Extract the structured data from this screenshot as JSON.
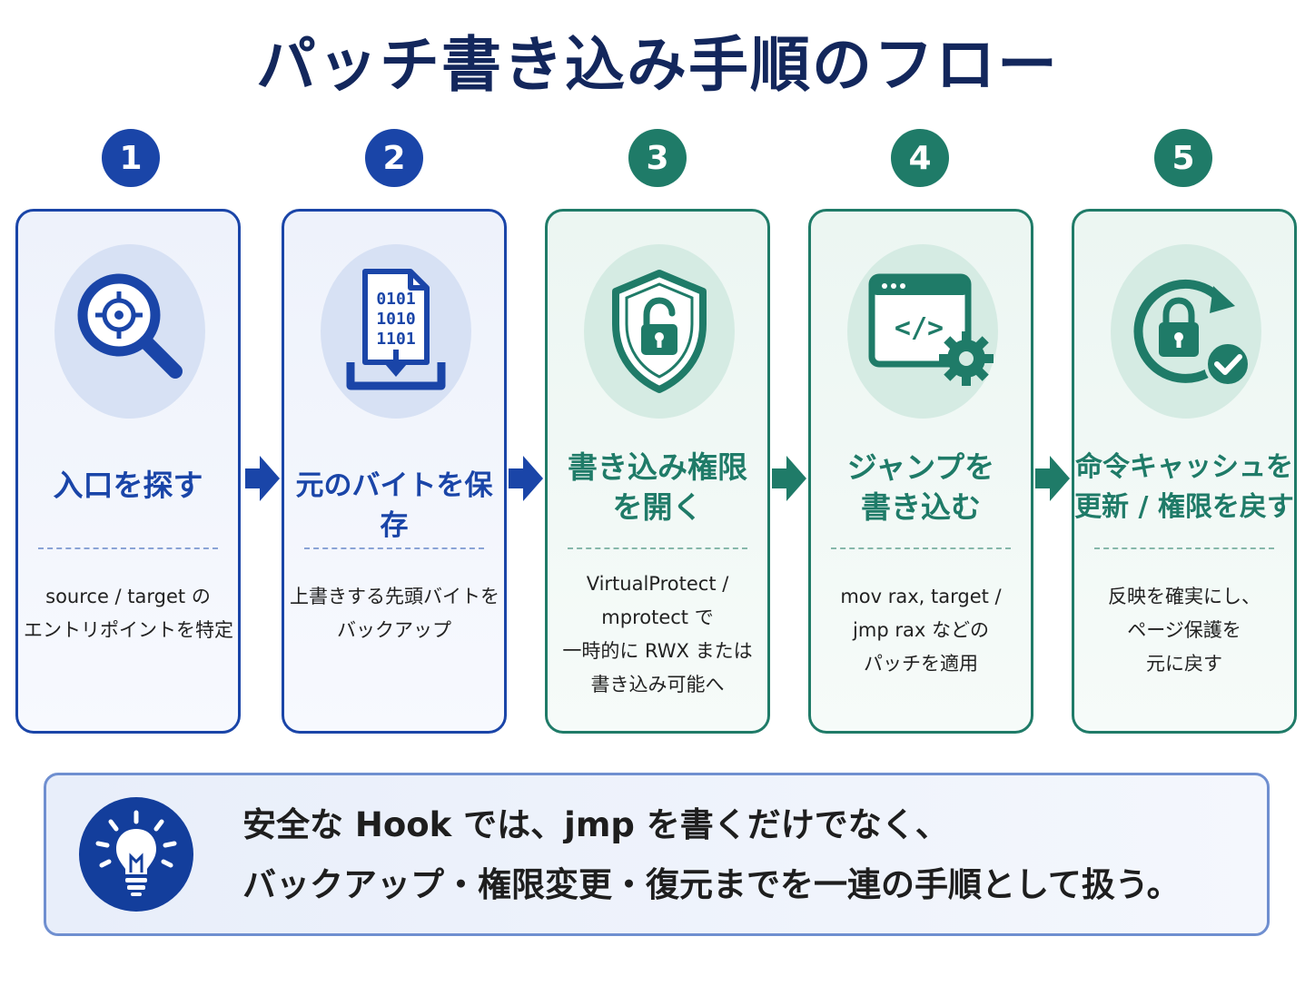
{
  "title": "パッチ書き込み手順のフロー",
  "colors": {
    "blue": "#1a45a8",
    "teal": "#1f7b68",
    "navy": "#13275c"
  },
  "steps": [
    {
      "num": "1",
      "theme": "blue",
      "icon": "search-target-icon",
      "title": [
        "入口を探す"
      ],
      "desc": [
        "source / target の",
        "エントリポイントを特定"
      ]
    },
    {
      "num": "2",
      "theme": "blue",
      "icon": "binary-file-download-icon",
      "title": [
        "元のバイトを保存"
      ],
      "desc": [
        "上書きする先頭バイトを",
        "バックアップ"
      ],
      "binary": [
        "0101",
        "1010",
        "1101"
      ]
    },
    {
      "num": "3",
      "theme": "teal",
      "icon": "shield-unlock-icon",
      "title": [
        "書き込み権限",
        "を開く"
      ],
      "desc": [
        "VirtualProtect /",
        "mprotect で",
        "一時的に RWX または",
        "書き込み可能へ"
      ]
    },
    {
      "num": "4",
      "theme": "teal",
      "icon": "code-window-gear-icon",
      "title": [
        "ジャンプを",
        "書き込む"
      ],
      "desc": [
        "mov rax, target /",
        "jmp rax などの",
        "パッチを適用"
      ],
      "code": "</>"
    },
    {
      "num": "5",
      "theme": "teal",
      "icon": "lock-refresh-check-icon",
      "title": [
        "命令キャッシュを",
        "更新 / 権限を戻す"
      ],
      "desc": [
        "反映を確実にし、",
        "ページ保護を",
        "元に戻す"
      ]
    }
  ],
  "note": {
    "icon": "lightbulb-icon",
    "lines": [
      "安全な Hook では、jmp を書くだけでなく、",
      "バックアップ・権限変更・復元までを一連の手順として扱う。"
    ]
  }
}
